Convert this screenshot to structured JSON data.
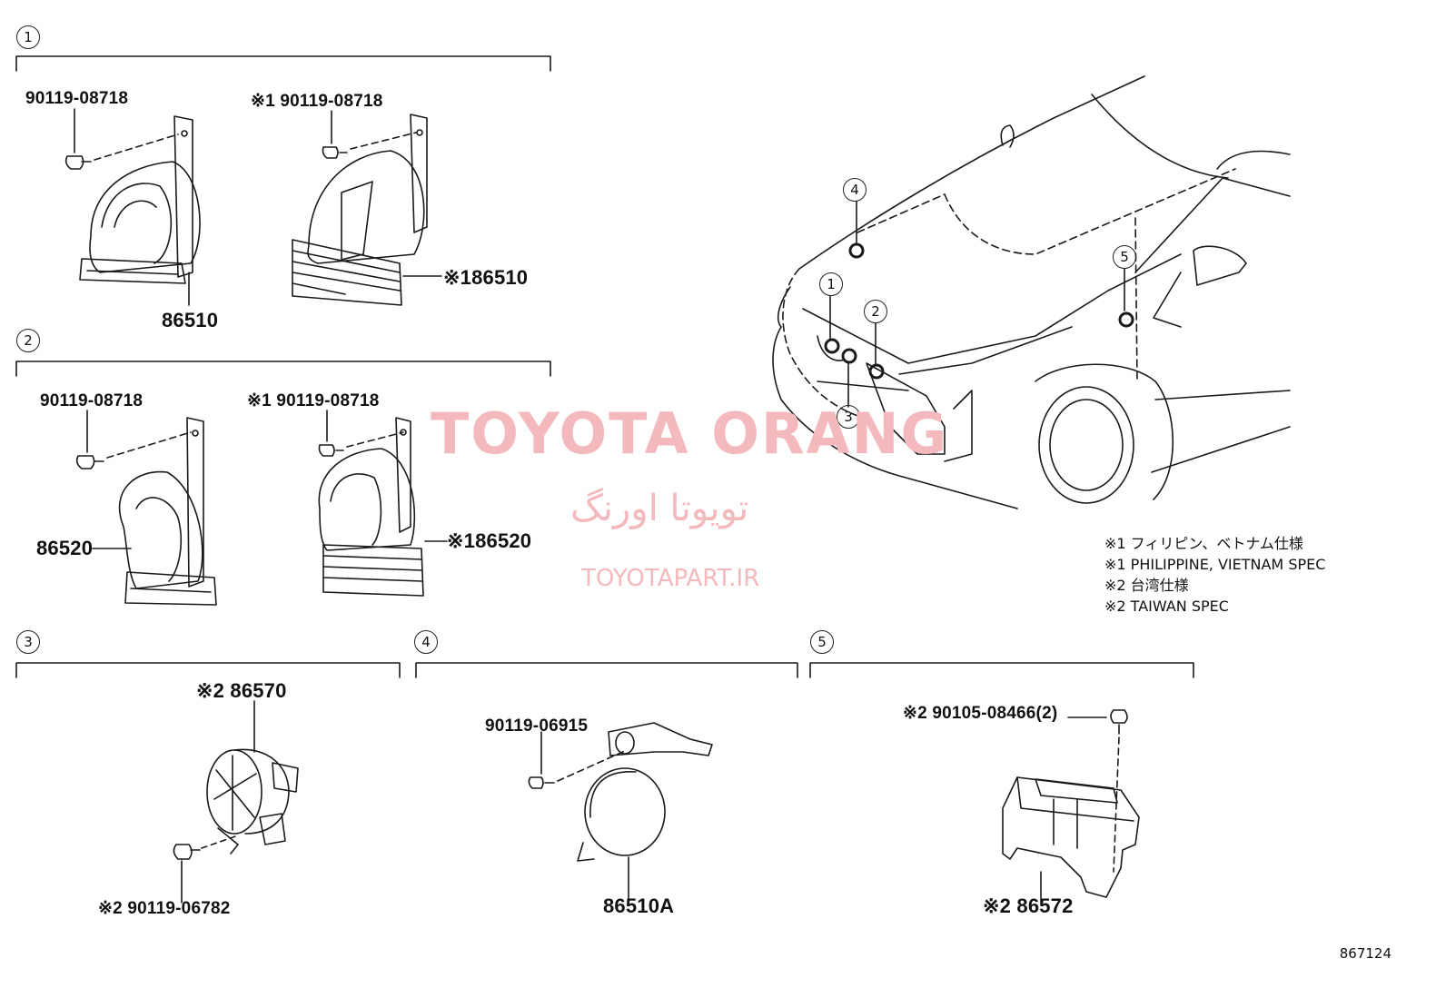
{
  "diagram_code": "867124",
  "watermark": {
    "brand": "TOYOTA ORANG",
    "brand_fa": "تویوتا اورنگ",
    "url": "TOYOTAPART.IR"
  },
  "notes": [
    "※1 フィリピン、ベトナム仕様",
    "※1 PHILIPPINE, VIETNAM SPEC",
    "※2 台湾仕様",
    "※2 TAIWAN SPEC"
  ],
  "groups": [
    {
      "number": "1"
    },
    {
      "number": "2"
    },
    {
      "number": "3"
    },
    {
      "number": "4"
    },
    {
      "number": "5"
    }
  ],
  "car_markers": [
    "1",
    "2",
    "3",
    "4",
    "5"
  ],
  "parts": {
    "g1_bolt": "90119-08718",
    "g1_bolt_s1": "※1 90119-08718",
    "g1_horn": "86510",
    "g1_horn_s1": "※186510",
    "g2_bolt": "90119-08718",
    "g2_bolt_s1": "※1 90119-08718",
    "g2_horn": "86520",
    "g2_horn_s1": "※186520",
    "g3_part": "※2 86570",
    "g3_bolt": "※2 90119-06782",
    "g4_bolt": "90119-06915",
    "g4_part": "86510A",
    "g5_bolt": "※2 90105-08466(2)",
    "g5_part": "※2 86572"
  }
}
